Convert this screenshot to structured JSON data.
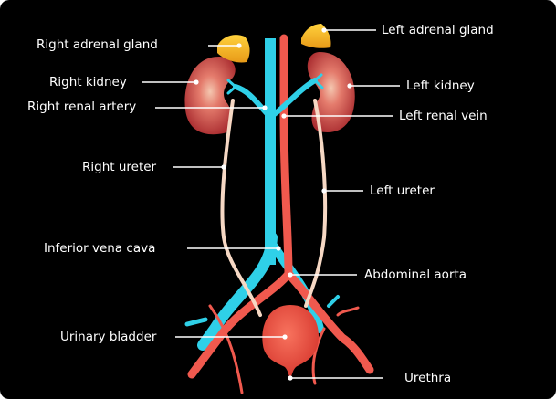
{
  "labels": {
    "right_adrenal_gland": "Right adrenal gland",
    "right_kidney": "Right kidney",
    "right_renal_artery": "Right renal artery",
    "right_ureter": "Right ureter",
    "inferior_vena_cava": "Inferior vena cava",
    "urinary_bladder": "Urinary bladder",
    "left_adrenal_gland": "Left adrenal gland",
    "left_kidney": "Left kidney",
    "left_renal_vein": "Left renal vein",
    "left_ureter": "Left ureter",
    "abdominal_aorta": "Abdominal aorta",
    "urethra": "Urethra"
  },
  "colors": {
    "background": "#000000",
    "vein": "#2fd0e8",
    "artery": "#f0594e",
    "kidney": "#c8413f",
    "adrenal": "#f2b526",
    "ureter": "#f6d8c4",
    "leader": "#ffffff"
  }
}
